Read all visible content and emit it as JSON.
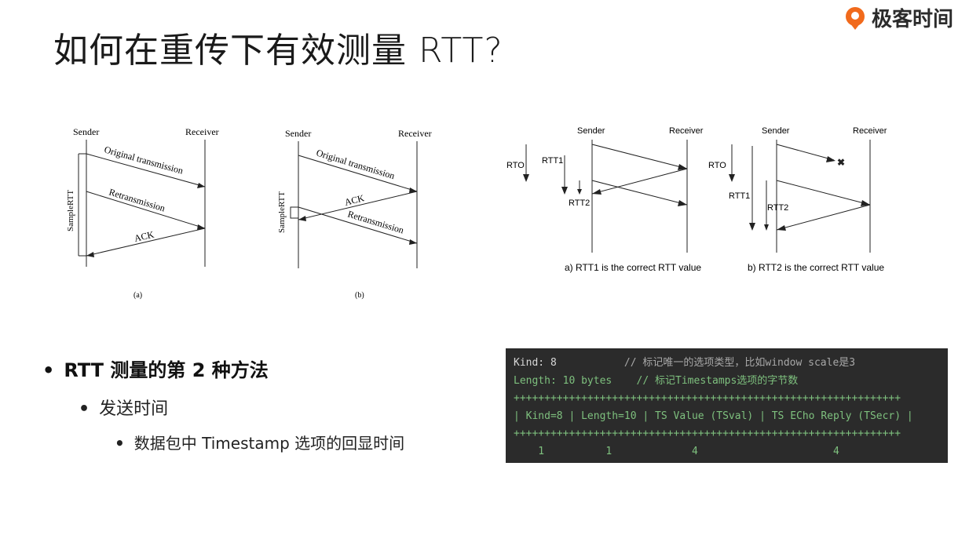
{
  "title": "如何在重传下有效测量 RTT?",
  "logo": {
    "text": "极客时间",
    "icon": "geektime-logo-icon",
    "accent": "#f16a1c"
  },
  "diagram_a": {
    "sender": "Sender",
    "receiver": "Receiver",
    "arrow1": "Original transmission",
    "arrow2": "Retransmission",
    "arrow3": "ACK",
    "sample": "SampleRTT",
    "caption": "(a)"
  },
  "diagram_b": {
    "sender": "Sender",
    "receiver": "Receiver",
    "arrow1": "Original transmission",
    "arrow2": "ACK",
    "arrow3": "Retransmission",
    "sample": "SampleRTT",
    "caption": "(b)"
  },
  "diagram_c": {
    "sender": "Sender",
    "receiver": "Receiver",
    "rto": "RTO",
    "rtt1": "RTT1",
    "rtt2": "RTT2",
    "caption": "a) RTT1 is the correct RTT value"
  },
  "diagram_d": {
    "sender": "Sender",
    "receiver": "Receiver",
    "rto": "RTO",
    "rtt1": "RTT1",
    "rtt2": "RTT2",
    "lost": "✖",
    "caption": "b) RTT2 is the correct RTT value"
  },
  "bullets": {
    "level1": "RTT 测量的第 2 种方法",
    "level2": "发送时间",
    "level3": "数据包中 Timestamp 选项的回显时间",
    "dot": "•"
  },
  "code": {
    "line1_key": "Kind: 8",
    "line1_comment": "// 标记唯一的选项类型，比如window scale是3",
    "line2_key": "Length: 10 bytes",
    "line2_comment": "// 标记Timestamps选项的字节数",
    "border": "+++++++++++++++++++++++++++++++++++++++++++++++++++++++++++++++",
    "fields": "| Kind=8 | Length=10 | TS Value (TSval) | TS ECho Reply (TSecr) |",
    "sizes": "    1          1             4                      4"
  }
}
